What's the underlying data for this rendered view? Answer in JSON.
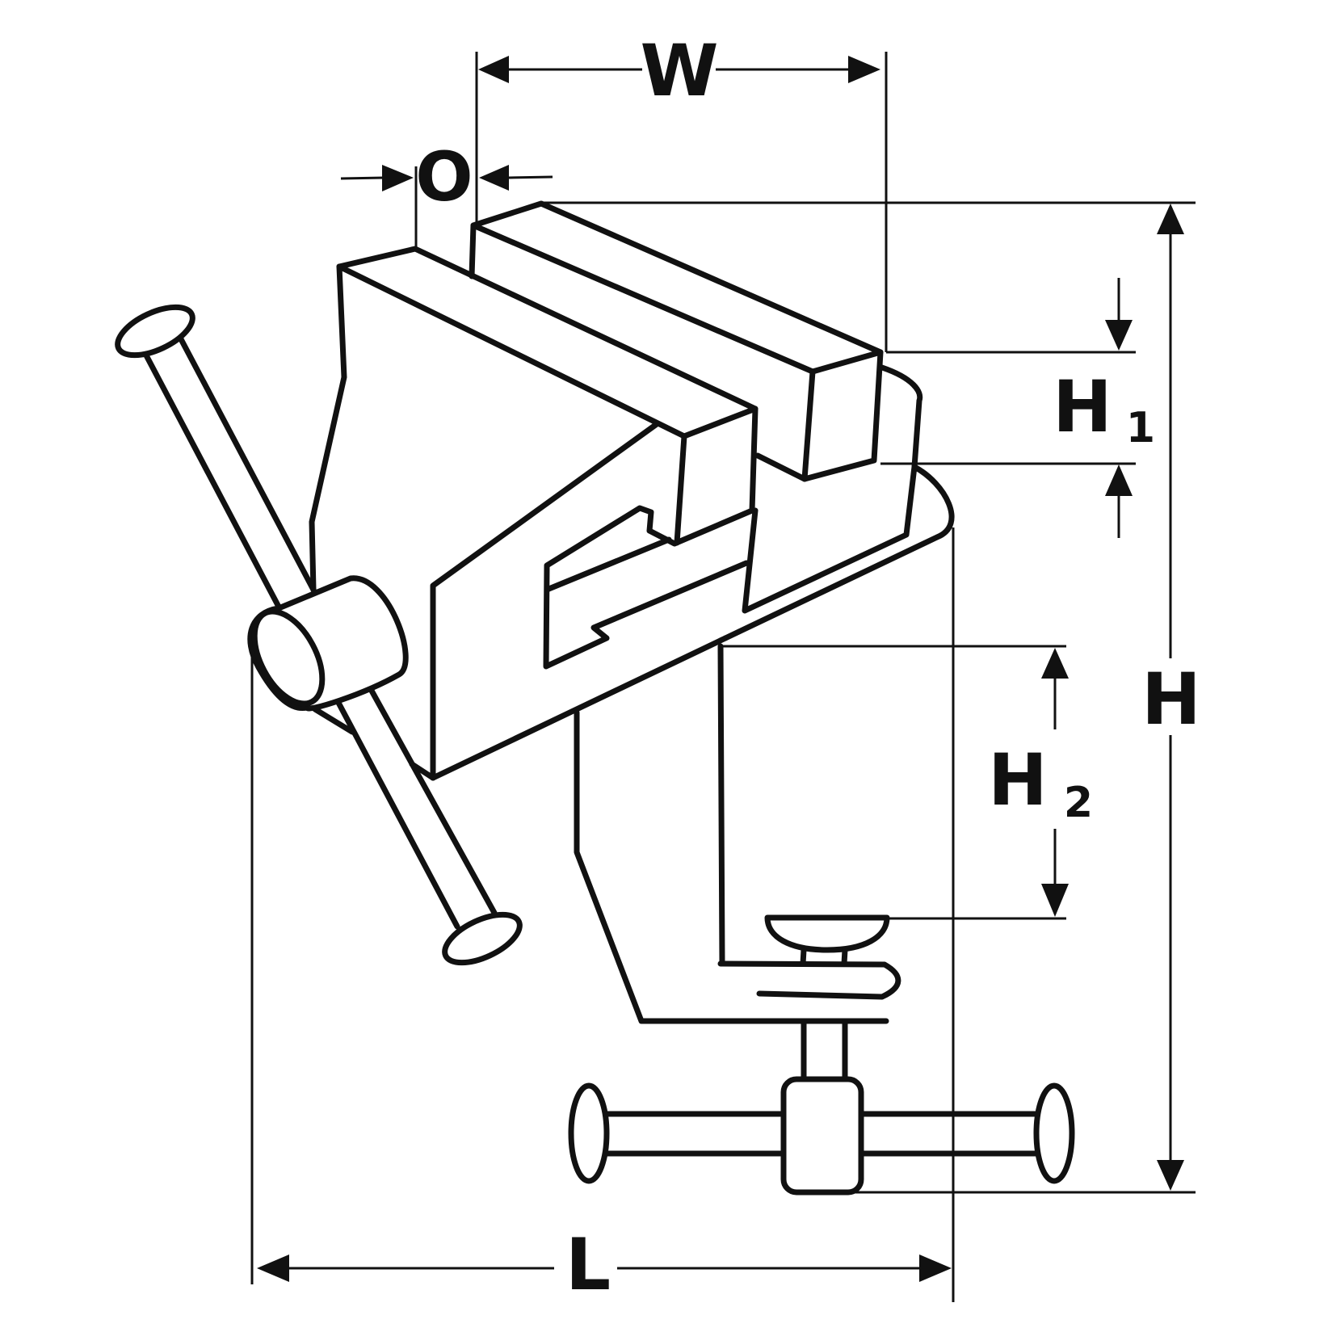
{
  "diagram": {
    "labels": {
      "width": "W",
      "opening": "O",
      "jaw_height": "H",
      "jaw_height_sub": "1",
      "clamp_height": "H",
      "clamp_height_sub": "2",
      "total_height": "H",
      "length": "L"
    }
  }
}
